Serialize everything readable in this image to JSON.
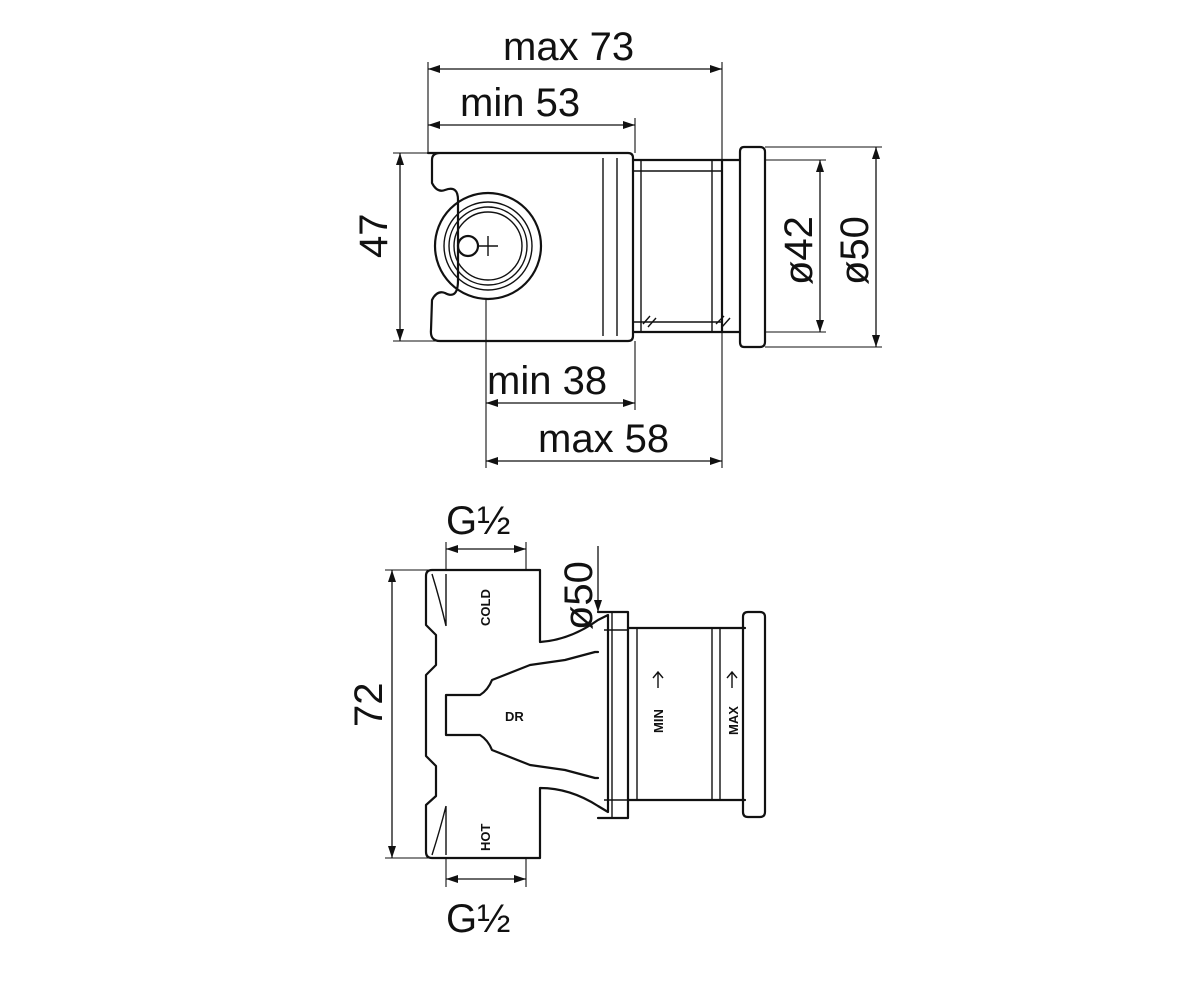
{
  "dimensions": {
    "max73": "max 73",
    "min53": "min 53",
    "h47": "47",
    "d42": "ø42",
    "d50_top": "ø50",
    "min38": "min 38",
    "max58": "max 58",
    "g_top": "G½",
    "d50_side": "ø50",
    "h72": "72",
    "g_bottom": "G½"
  },
  "body_labels": {
    "cold": "COLD",
    "hot": "HOT",
    "dr": "DR",
    "min": "MIN",
    "max": "MAX"
  }
}
